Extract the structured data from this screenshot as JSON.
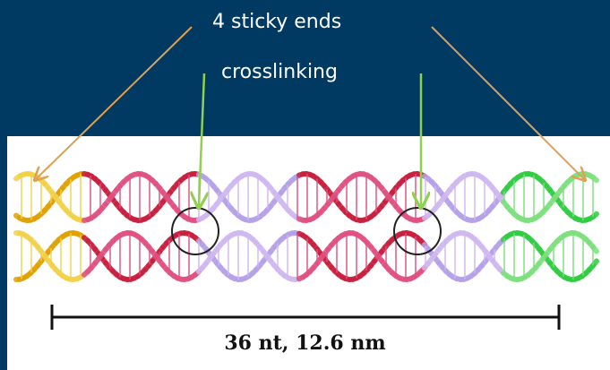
{
  "labels": {
    "sticky_ends": "4 sticky ends",
    "crosslinking": "crosslinking",
    "scale": "36 nt, 12.6 nm"
  },
  "colors": {
    "background": "#003a63",
    "panel": "#ffffff",
    "arrow_sticky": "#e0a050",
    "arrow_crosslink": "#8fd14f",
    "segments": [
      "#e0a000",
      "#f2d24a",
      "#c81e3c",
      "#e05080",
      "#b4a0e8",
      "#d0b8f0",
      "#c81e3c",
      "#e05080",
      "#b4a0e8",
      "#d0b8f0",
      "#2ecc40",
      "#7de07d"
    ]
  }
}
